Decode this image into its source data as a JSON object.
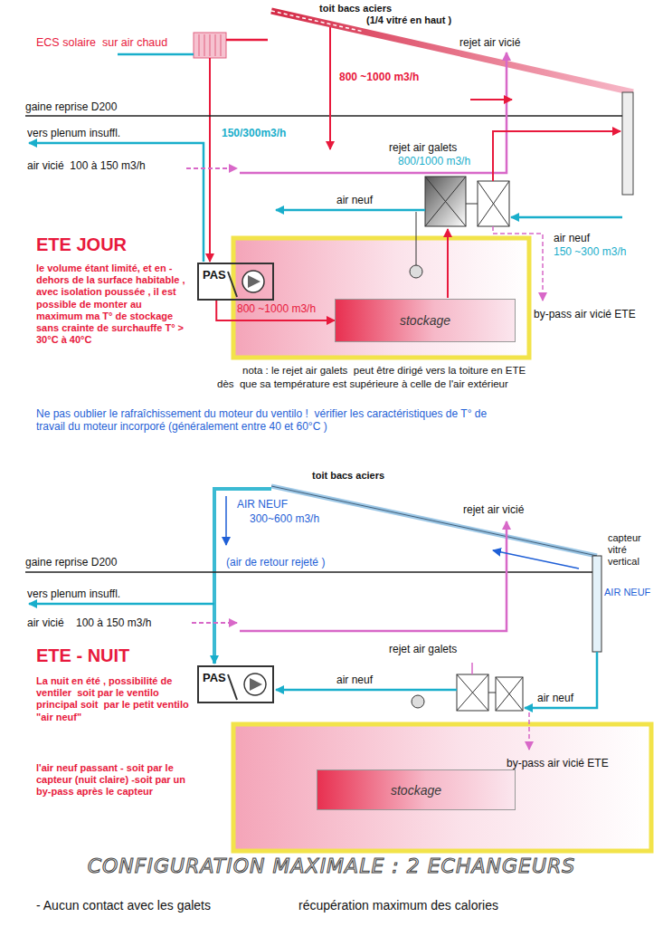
{
  "diagram": {
    "title": "CONFIGURATION MAXIMALE : 2 ECHANGEURS",
    "nodes": [
      {
        "text": [
          "PAS"
        ]
      },
      {
        "text": [
          "stockage"
        ]
      },
      {
        "text": [
          "PAS"
        ]
      },
      {
        "text": [
          "stockage"
        ]
      }
    ],
    "edges": [
      {
        "from": 0,
        "to": 1,
        "arrow": "to"
      }
    ],
    "labels": [
      "toit bacs aciers",
      "(1/4 vitré en haut )",
      "ECS solaire  sur air chaud",
      "800 ~1000 m3/h",
      "rejet air vicié",
      "gaine reprise D200",
      "vers plenum insuffl.",
      "150/300m3/h",
      "air vicié  100 à 150 m3/h",
      "rejet air galets",
      "800/1000 m3/h",
      "air neuf",
      "ETE JOUR",
      "le volume étant limité, et en -dehors de la surface habitable , avec isolation poussée , il est possible de monter au maximum ma T° de stockage sans crainte de surchauffe T° > 30°C à 40°C",
      "air neuf",
      "150 ~300 m3/h",
      "800 ~1000 m3/h",
      "by-pass air vicié ETE",
      "nota : le rejet air galets  peut être dirigé vers la toiture en ETE",
      "dès  que sa température est supérieure à celle de l'air extérieur",
      "Ne pas oublier le rafraîchissement du moteur du ventilo !  vérifier les caractéristiques de T° de travail du moteur incorporé (généralement entre 40 et 60°C )",
      "toit bacs aciers",
      "AIR NEUF",
      "300~600 m3/h",
      "rejet air vicié",
      "capteur vitré vertical",
      "AIR NEUF",
      "gaine reprise D200",
      "(air de retour rejeté )",
      "vers plenum insuffl.",
      "air vicié    100 à 150 m3/h",
      "rejet air galets",
      "ETE - NUIT",
      "La nuit en été , possibilité de ventiler  soit par le ventilo principal soit  par le petit ventilo \"air neuf\"",
      "l'air neuf passant - soit par le capteur (nuit claire) -soit par un by-pass après le capteur",
      "air neuf",
      "air neuf",
      "by-pass air vicié ETE",
      "- Aucun contact avec les galets",
      "récupération maximum des calories"
    ]
  }
}
